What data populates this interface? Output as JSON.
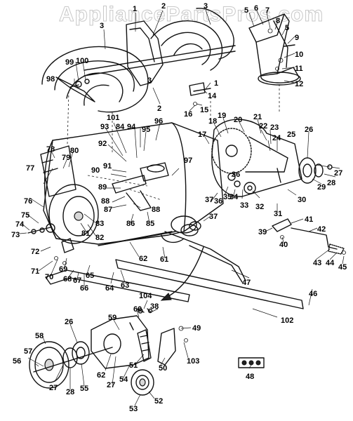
{
  "watermark": "AppliancePartsPros.com",
  "callouts": [
    {
      "id": "c1",
      "text": "1"
    },
    {
      "id": "c2a",
      "text": "2"
    },
    {
      "id": "c3a",
      "text": "3"
    },
    {
      "id": "c3b",
      "text": "3"
    },
    {
      "id": "c3c",
      "text": "3"
    },
    {
      "id": "c2b",
      "text": "2"
    },
    {
      "id": "c1b",
      "text": "1"
    },
    {
      "id": "c14",
      "text": "14"
    },
    {
      "id": "c15",
      "text": "15"
    },
    {
      "id": "c16",
      "text": "16"
    },
    {
      "id": "c5a",
      "text": "5"
    },
    {
      "id": "c6",
      "text": "6"
    },
    {
      "id": "c7",
      "text": "7"
    },
    {
      "id": "c8",
      "text": "8"
    },
    {
      "id": "c5b",
      "text": "5"
    },
    {
      "id": "c9",
      "text": "9"
    },
    {
      "id": "c10",
      "text": "10"
    },
    {
      "id": "c11",
      "text": "11"
    },
    {
      "id": "c12",
      "text": "12"
    },
    {
      "id": "c99",
      "text": "99"
    },
    {
      "id": "c100",
      "text": "100"
    },
    {
      "id": "c98",
      "text": "98"
    },
    {
      "id": "c101",
      "text": "101"
    },
    {
      "id": "c93",
      "text": "93"
    },
    {
      "id": "c84",
      "text": "84"
    },
    {
      "id": "c94",
      "text": "94"
    },
    {
      "id": "c95",
      "text": "95"
    },
    {
      "id": "c96",
      "text": "96"
    },
    {
      "id": "c92",
      "text": "92"
    },
    {
      "id": "c17",
      "text": "17"
    },
    {
      "id": "c18",
      "text": "18"
    },
    {
      "id": "c19",
      "text": "19"
    },
    {
      "id": "c20",
      "text": "20"
    },
    {
      "id": "c21",
      "text": "21"
    },
    {
      "id": "c22",
      "text": "22"
    },
    {
      "id": "c23",
      "text": "23"
    },
    {
      "id": "c24",
      "text": "24"
    },
    {
      "id": "c25",
      "text": "25"
    },
    {
      "id": "c26a",
      "text": "26"
    },
    {
      "id": "c78",
      "text": "78"
    },
    {
      "id": "c79",
      "text": "79"
    },
    {
      "id": "c80",
      "text": "80"
    },
    {
      "id": "c91",
      "text": "91"
    },
    {
      "id": "c90",
      "text": "90"
    },
    {
      "id": "c97",
      "text": "97"
    },
    {
      "id": "c77",
      "text": "77"
    },
    {
      "id": "c89",
      "text": "89"
    },
    {
      "id": "c36a",
      "text": "36"
    },
    {
      "id": "c35",
      "text": "35"
    },
    {
      "id": "c37a",
      "text": "37"
    },
    {
      "id": "c36b",
      "text": "36"
    },
    {
      "id": "c34",
      "text": "34"
    },
    {
      "id": "c33",
      "text": "33"
    },
    {
      "id": "c32",
      "text": "32"
    },
    {
      "id": "c27a",
      "text": "27"
    },
    {
      "id": "c28a",
      "text": "28"
    },
    {
      "id": "c29",
      "text": "29"
    },
    {
      "id": "c30",
      "text": "30"
    },
    {
      "id": "c88a",
      "text": "88"
    },
    {
      "id": "c87",
      "text": "87"
    },
    {
      "id": "c88b",
      "text": "88"
    },
    {
      "id": "c76",
      "text": "76"
    },
    {
      "id": "c75",
      "text": "75"
    },
    {
      "id": "c74",
      "text": "74"
    },
    {
      "id": "c73",
      "text": "73"
    },
    {
      "id": "c81",
      "text": "81"
    },
    {
      "id": "c83",
      "text": "83"
    },
    {
      "id": "c82",
      "text": "82"
    },
    {
      "id": "c86",
      "text": "86"
    },
    {
      "id": "c85",
      "text": "85"
    },
    {
      "id": "c37b",
      "text": "37"
    },
    {
      "id": "c31",
      "text": "31"
    },
    {
      "id": "c41",
      "text": "41"
    },
    {
      "id": "c39",
      "text": "39"
    },
    {
      "id": "c40",
      "text": "40"
    },
    {
      "id": "c42",
      "text": "42"
    },
    {
      "id": "c72",
      "text": "72"
    },
    {
      "id": "c71",
      "text": "71"
    },
    {
      "id": "c70",
      "text": "70"
    },
    {
      "id": "c69",
      "text": "69"
    },
    {
      "id": "c68",
      "text": "68"
    },
    {
      "id": "c67",
      "text": "67"
    },
    {
      "id": "c66",
      "text": "66"
    },
    {
      "id": "c65",
      "text": "65"
    },
    {
      "id": "c62a",
      "text": "62"
    },
    {
      "id": "c61",
      "text": "61"
    },
    {
      "id": "c64",
      "text": "64"
    },
    {
      "id": "c63",
      "text": "63"
    },
    {
      "id": "c43",
      "text": "43"
    },
    {
      "id": "c44",
      "text": "44"
    },
    {
      "id": "c45",
      "text": "45"
    },
    {
      "id": "c47",
      "text": "47"
    },
    {
      "id": "c46",
      "text": "46"
    },
    {
      "id": "c104",
      "text": "104"
    },
    {
      "id": "c38",
      "text": "38"
    },
    {
      "id": "c60",
      "text": "60"
    },
    {
      "id": "c102",
      "text": "102"
    },
    {
      "id": "c59",
      "text": "59"
    },
    {
      "id": "c26b",
      "text": "26"
    },
    {
      "id": "c49",
      "text": "49"
    },
    {
      "id": "c58",
      "text": "58"
    },
    {
      "id": "c103",
      "text": "103"
    },
    {
      "id": "c57",
      "text": "57"
    },
    {
      "id": "c56",
      "text": "56"
    },
    {
      "id": "c27b",
      "text": "27"
    },
    {
      "id": "c28b",
      "text": "28"
    },
    {
      "id": "c55",
      "text": "55"
    },
    {
      "id": "c62b",
      "text": "62"
    },
    {
      "id": "c27c",
      "text": "27"
    },
    {
      "id": "c54",
      "text": "54"
    },
    {
      "id": "c51",
      "text": "51"
    },
    {
      "id": "c50",
      "text": "50"
    },
    {
      "id": "c48",
      "text": "48"
    },
    {
      "id": "c53",
      "text": "53"
    },
    {
      "id": "c52",
      "text": "52"
    }
  ]
}
